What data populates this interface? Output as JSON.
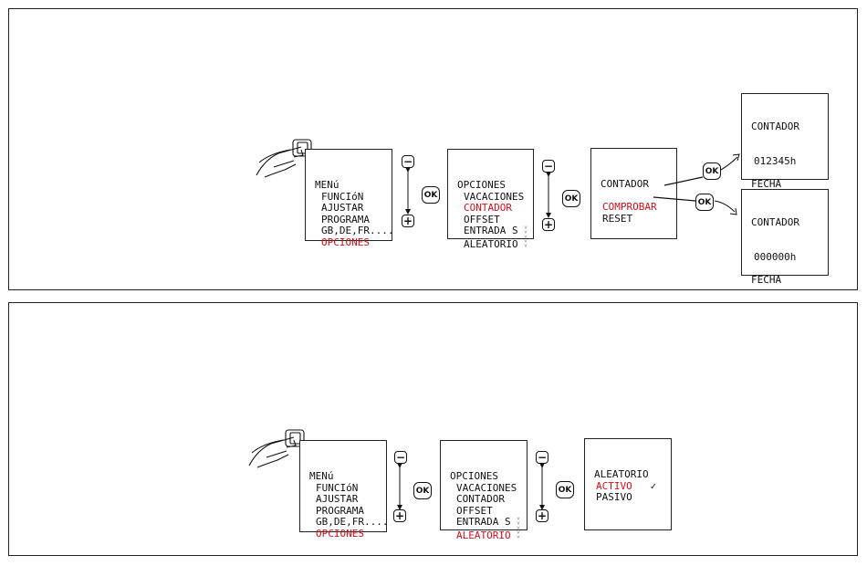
{
  "panel_top": {
    "menu": {
      "title": "MENú",
      "items": [
        "FUNCIóN",
        "AJUSTAR",
        "PROGRAMA",
        "GB,DE,FR....",
        "OPCIONES"
      ],
      "selected": 4
    },
    "opciones": {
      "title": "OPCIONES",
      "items": [
        "VACACIONES",
        "CONTADOR",
        "OFFSET",
        "ENTRADA S",
        "ALEATORIO"
      ],
      "selected": 1
    },
    "contador": {
      "title": "CONTADOR",
      "items": [
        "COMPROBAR",
        "RESET"
      ],
      "selected": 0
    },
    "result_check": {
      "title": "CONTADOR",
      "value": "012345h",
      "label": "FECHA"
    },
    "result_reset": {
      "title": "CONTADOR",
      "value": "000000h",
      "label": "FECHA"
    }
  },
  "panel_bottom": {
    "menu": {
      "title": "MENú",
      "items": [
        "FUNCIóN",
        "AJUSTAR",
        "PROGRAMA",
        "GB,DE,FR....",
        "OPCIONES"
      ],
      "selected": 4
    },
    "opciones": {
      "title": "OPCIONES",
      "items": [
        "VACACIONES",
        "CONTADOR",
        "OFFSET",
        "ENTRADA S",
        "ALEATORIO"
      ],
      "selected": 4
    },
    "aleatorio": {
      "title": "ALEATORIO",
      "items": [
        "ACTIVO",
        "PASIVO"
      ],
      "selected": 0,
      "check": "✓"
    }
  },
  "buttons": {
    "ok": "OK",
    "minus": "−",
    "plus": "+"
  },
  "icons": {
    "hand": "pointing-hand-icon",
    "arrow": "curved-arrow-icon"
  },
  "colors": {
    "highlight": "#d0101a",
    "line": "#222222"
  }
}
